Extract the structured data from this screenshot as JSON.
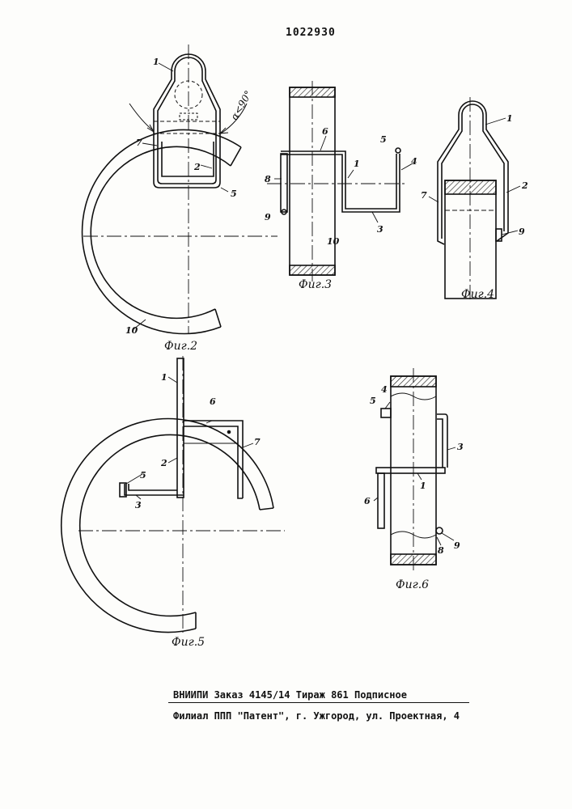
{
  "patent_number": "1022930",
  "figures": {
    "fig2": {
      "caption": "Фиг.2",
      "labels": {
        "l1": "1",
        "l2": "2",
        "l5": "5",
        "l7": "7",
        "l10": "10"
      },
      "angle": "α<90°"
    },
    "fig3": {
      "caption": "Фиг.3",
      "labels": {
        "l1": "1",
        "l3": "3",
        "l4": "4",
        "l5": "5",
        "l6": "6",
        "l8": "8",
        "l9": "9",
        "l10": "10"
      }
    },
    "fig4": {
      "caption": "Фиг.4",
      "labels": {
        "l1": "1",
        "l2": "2",
        "l7": "7",
        "l9": "9"
      }
    },
    "fig5": {
      "caption": "Фиг.5",
      "labels": {
        "l1": "1",
        "l2": "2",
        "l3": "3",
        "l5": "5",
        "l6": "6",
        "l7": "7"
      }
    },
    "fig6": {
      "caption": "Фиг.6",
      "labels": {
        "l1": "1",
        "l3": "3",
        "l4": "4",
        "l5": "5",
        "l6": "6",
        "l8": "8",
        "l9": "9"
      }
    }
  },
  "footer": {
    "line1": "ВНИИПИ   Заказ 4145/14  Тираж 861    Подписное",
    "line2": "Филиал ППП \"Патент\", г. Ужгород, ул. Проектная, 4"
  }
}
